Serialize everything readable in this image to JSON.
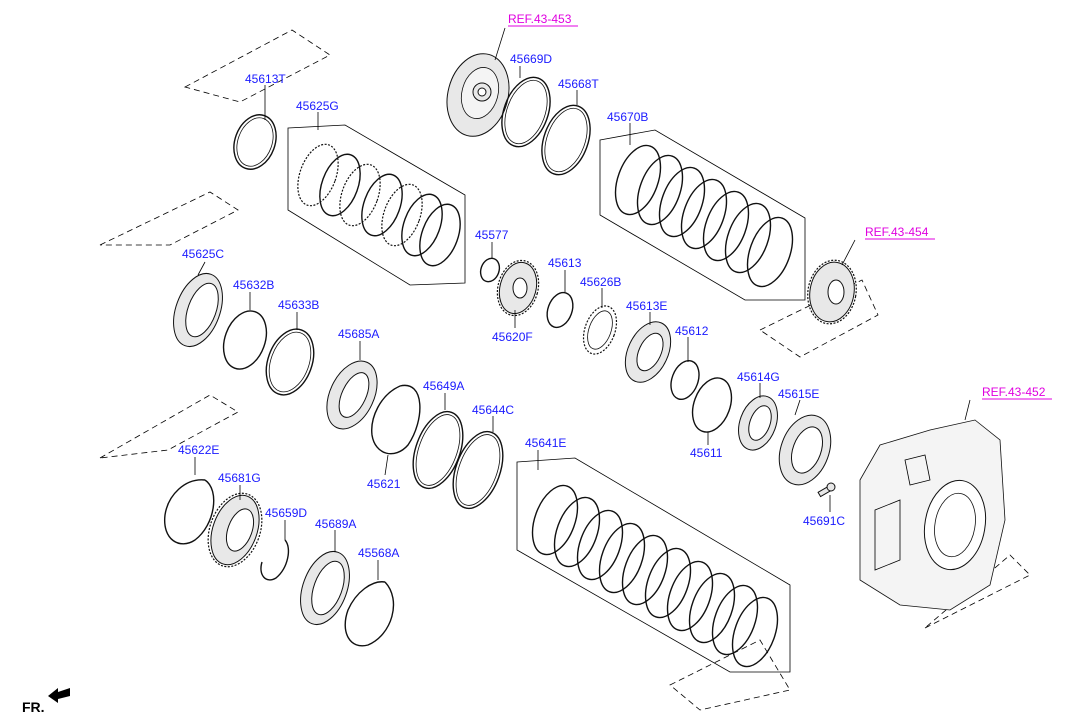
{
  "refs": {
    "ref_453": "REF.43-453",
    "ref_454": "REF.43-454",
    "ref_452": "REF.43-452"
  },
  "parts": {
    "p45613T": "45613T",
    "p45625G": "45625G",
    "p45669D": "45669D",
    "p45668T": "45668T",
    "p45670B": "45670B",
    "p45577": "45577",
    "p45613": "45613",
    "p45626B": "45626B",
    "p45620F": "45620F",
    "p45625C": "45625C",
    "p45632B": "45632B",
    "p45633B": "45633B",
    "p45685A": "45685A",
    "p45613E": "45613E",
    "p45612": "45612",
    "p45614G": "45614G",
    "p45615E": "45615E",
    "p45611": "45611",
    "p45649A": "45649A",
    "p45644C": "45644C",
    "p45621": "45621",
    "p45641E": "45641E",
    "p45691C": "45691C",
    "p45622E": "45622E",
    "p45681G": "45681G",
    "p45659D": "45659D",
    "p45689A": "45689A",
    "p45568A": "45568A"
  },
  "front_indicator": "FR.",
  "colors": {
    "part_number": "#1a1aff",
    "reference": "#e000e0",
    "linework": "#111111"
  }
}
